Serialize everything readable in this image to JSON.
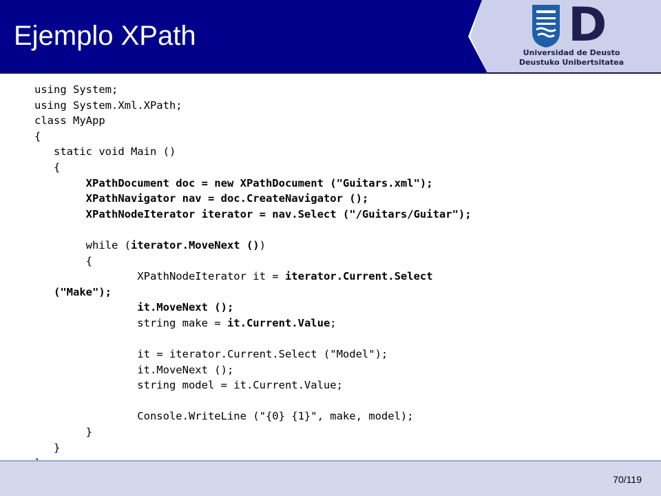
{
  "slide": {
    "title": "Ejemplo XPath",
    "logo_letter": "D",
    "university_line1": "Universidad de Deusto",
    "university_line2": "Deustuko Unibertsitatea",
    "page": "70/119"
  },
  "colors": {
    "header_navy": "#00008B",
    "header_light": "#ccd0ea",
    "footer": "#d4d8ef",
    "logo_blue": "#1f5fa8"
  },
  "code_lines": [
    {
      "segments": [
        {
          "t": "using System;",
          "b": false
        }
      ]
    },
    {
      "segments": [
        {
          "t": "using System.Xml.XPath;",
          "b": false
        }
      ]
    },
    {
      "segments": [
        {
          "t": "class MyApp",
          "b": false
        }
      ]
    },
    {
      "segments": [
        {
          "t": "{",
          "b": false
        }
      ]
    },
    {
      "segments": [
        {
          "t": "   static void Main ()",
          "b": false
        }
      ]
    },
    {
      "segments": [
        {
          "t": "   {",
          "b": false
        }
      ]
    },
    {
      "segments": [
        {
          "t": "        XPathDocument doc = new XPathDocument (\"Guitars.xml\");",
          "b": true
        }
      ]
    },
    {
      "segments": [
        {
          "t": "        XPathNavigator nav = doc.CreateNavigator ();",
          "b": true
        }
      ]
    },
    {
      "segments": [
        {
          "t": "        XPathNodeIterator iterator = nav.Select (\"/Guitars/Guitar\");",
          "b": true
        }
      ]
    },
    {
      "segments": [
        {
          "t": "",
          "b": false
        }
      ]
    },
    {
      "segments": [
        {
          "t": "        while (",
          "b": false
        },
        {
          "t": "iterator.MoveNext ()",
          "b": true
        },
        {
          "t": ")",
          "b": false
        }
      ]
    },
    {
      "segments": [
        {
          "t": "        {",
          "b": false
        }
      ]
    },
    {
      "segments": [
        {
          "t": "                XPathNodeIterator it = ",
          "b": false
        },
        {
          "t": "iterator.Current.Select",
          "b": true
        }
      ]
    },
    {
      "segments": [
        {
          "t": "   (\"Make\");",
          "b": true
        }
      ]
    },
    {
      "segments": [
        {
          "t": "                ",
          "b": false
        },
        {
          "t": "it.MoveNext ();",
          "b": true
        }
      ]
    },
    {
      "segments": [
        {
          "t": "                string make = ",
          "b": false
        },
        {
          "t": "it.Current.Value",
          "b": true
        },
        {
          "t": ";",
          "b": false
        }
      ]
    },
    {
      "segments": [
        {
          "t": "",
          "b": false
        }
      ]
    },
    {
      "segments": [
        {
          "t": "                it = iterator.Current.Select (\"Model\");",
          "b": false
        }
      ]
    },
    {
      "segments": [
        {
          "t": "                it.MoveNext ();",
          "b": false
        }
      ]
    },
    {
      "segments": [
        {
          "t": "                string model = it.Current.Value;",
          "b": false
        }
      ]
    },
    {
      "segments": [
        {
          "t": "",
          "b": false
        }
      ]
    },
    {
      "segments": [
        {
          "t": "                Console.WriteLine (\"{0} {1}\", make, model);",
          "b": false
        }
      ]
    },
    {
      "segments": [
        {
          "t": "        }",
          "b": false
        }
      ]
    },
    {
      "segments": [
        {
          "t": "   }",
          "b": false
        }
      ]
    },
    {
      "segments": [
        {
          "t": "}",
          "b": false
        }
      ]
    }
  ]
}
